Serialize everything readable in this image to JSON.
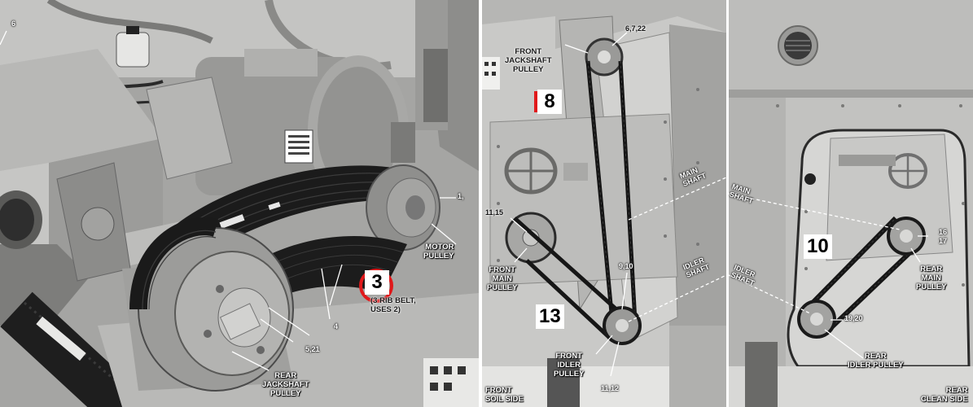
{
  "panel_left": {
    "refs": {
      "r6": "6",
      "r1": "1,",
      "r4": "4",
      "r521": "5,21"
    },
    "labels": {
      "motor_pulley": [
        "MOTOR",
        "PULLEY"
      ],
      "belt_note": [
        "(3 RIB BELT,",
        "USES 2)"
      ],
      "rear_jackshaft_pulley": [
        "REAR",
        "JACKSHAFT",
        "PULLEY"
      ]
    },
    "callout": "3",
    "callout_circle_color": "#e0191b"
  },
  "panel_middle": {
    "refs": {
      "r6722": "6,7,22",
      "r1415": "11,15",
      "r910": "9,10",
      "r1112": "11,12"
    },
    "labels": {
      "front_jackshaft_pulley": [
        "FRONT",
        "JACKSHAFT",
        "PULLEY"
      ],
      "front_main_pulley": [
        "FRONT",
        "MAIN",
        "PULLEY"
      ],
      "front_idler_pulley": [
        "FRONT",
        "IDLER",
        "PULLEY"
      ],
      "front_soil_side": [
        "FRONT",
        "SOIL SIDE"
      ]
    },
    "shafts": {
      "main": [
        "MAIN",
        "SHAFT"
      ],
      "idler": [
        "IDLER",
        "SHAFT"
      ]
    },
    "callouts": {
      "c8": "8",
      "c13": "13"
    },
    "accent_color": "#e0191b"
  },
  "panel_right": {
    "refs": {
      "r1617": [
        "16",
        "17"
      ],
      "r1920": "19,20"
    },
    "labels": {
      "rear_main_pulley": [
        "REAR",
        "MAIN",
        "PULLEY"
      ],
      "rear_idler_pulley": [
        "REAR",
        "IDLER PULLEY"
      ],
      "rear_clean_side": [
        "REAR",
        "CLEAN SIDE"
      ]
    },
    "shafts": {
      "main": [
        "MAIN",
        "SHAFT"
      ],
      "idler": [
        "IDLER",
        "SHAFT"
      ]
    },
    "callout": "10"
  }
}
